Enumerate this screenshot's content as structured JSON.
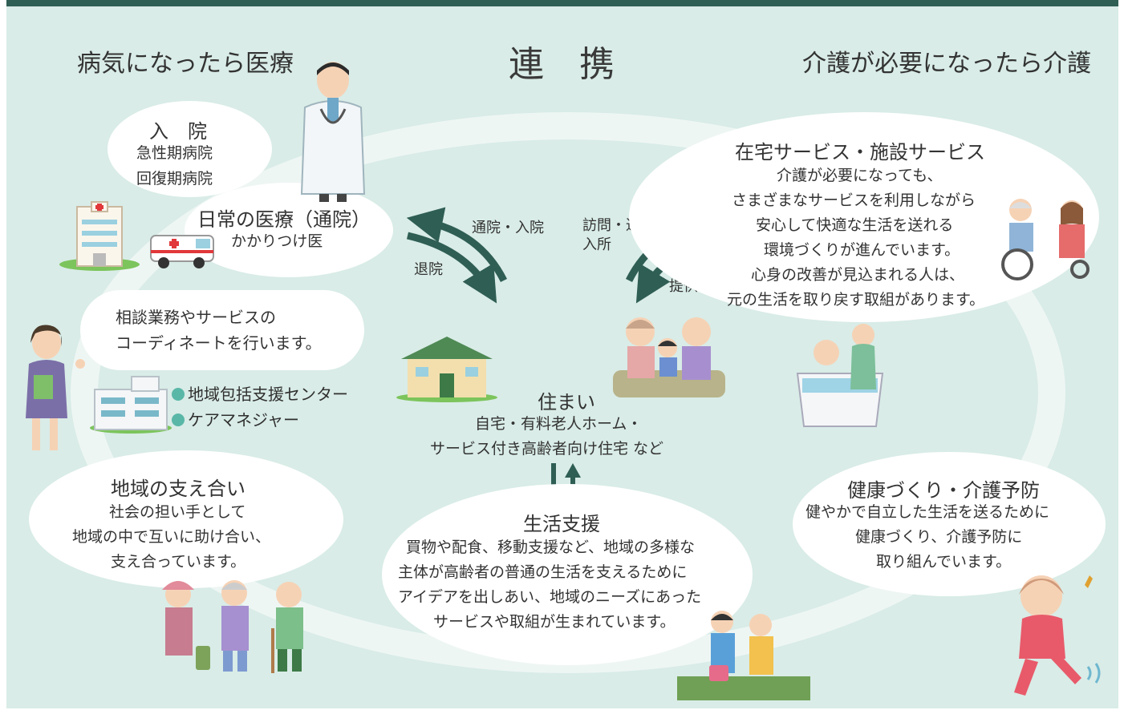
{
  "header": {
    "left_title": "病気になったら医療",
    "center_title": "連　携",
    "right_title": "介護が必要になったら介護"
  },
  "medical": {
    "hospital_title": "入　院",
    "hospital_lines": [
      "急性期病院",
      "回復期病院"
    ],
    "clinic_title": "日常の医療（通院）",
    "clinic_sub": "かかりつけ医"
  },
  "flows": {
    "to_hospital": "通院・入院",
    "discharge": "退院",
    "to_care": "訪問・通所・\n入所",
    "service": "サービス\n提供"
  },
  "care": {
    "title": "在宅サービス・施設サービス",
    "lines": [
      "介護が必要になっても、",
      "さまざまなサービスを利用しながら",
      "安心して快適な生活を送れる",
      "環境づくりが進んでいます。",
      "心身の改善が見込まれる人は、",
      "元の生活を取り戻す取組があります。"
    ]
  },
  "consult": {
    "lines": [
      "相談業務やサービスの",
      "コーディネートを行います。"
    ],
    "items": [
      "地域包括支援センター",
      "ケアマネジャー"
    ]
  },
  "home": {
    "title": "住まい",
    "lines": [
      "自宅・有料老人ホーム・",
      "サービス付き高齢者向け住宅 など"
    ]
  },
  "community": {
    "title": "地域の支え合い",
    "lines": [
      "社会の担い手として",
      "地域の中で互いに助け合い、",
      "支え合っています。"
    ]
  },
  "life": {
    "title": "生活支援",
    "lines": [
      "買物や配食、移動支援など、地域の多様な",
      "主体が高齢者の普通の生活を支えるために",
      "アイデアを出しあい、地域のニーズにあった",
      "サービスや取組が生まれています。"
    ]
  },
  "health": {
    "title": "健康づくり・介護予防",
    "lines": [
      "健やかで自立した生活を送るために",
      "健康づくり、介護予防に",
      "取り組んでいます。"
    ]
  },
  "colors": {
    "background": "#d9ece7",
    "top_bar": "#2f5e54",
    "arrow": "#2f5e54",
    "dot": "#59b7a8"
  }
}
